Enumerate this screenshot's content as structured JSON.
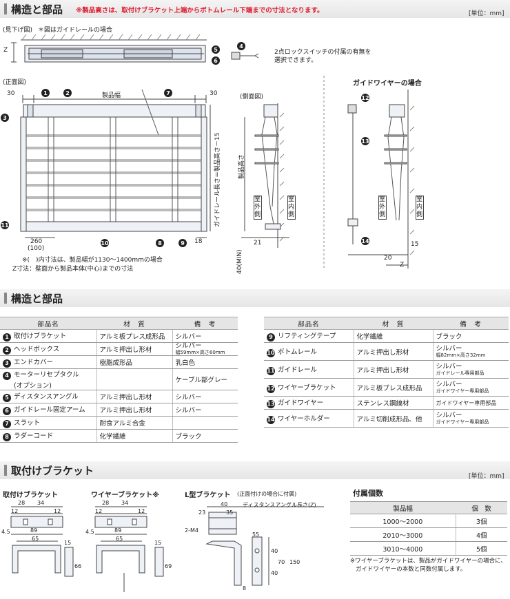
{
  "header1": {
    "title": "構造と部品",
    "note": "※製品高さは、取付けブラケット上端からボトムレール下端までの寸法となります。",
    "unit": "[単位：mm]"
  },
  "top_view": {
    "label": "(見下げ図)",
    "note": "＊図はガイドレールの場合",
    "dim_z": "Z",
    "switch_note_1": "2点ロックスイッチの付属の有無を",
    "switch_note_2": "選択できます。"
  },
  "front_view": {
    "label": "(正面図)",
    "dim_30_left": "30",
    "dim_width": "製品幅",
    "dim_30_right": "30",
    "guide_len": "ガイドレール長さ＝製品高さ－15",
    "dim_260": "260",
    "dim_100": "(100)",
    "dim_18": "18",
    "note_1": "※(　)内寸法は、製品幅が1130～1400mmの場合",
    "note_2": "Z寸法：壁面から製品本体(中心)までの寸法"
  },
  "side_view": {
    "label": "(側面図)",
    "height": "製品高さ",
    "outside": "室外側",
    "inside": "室内側",
    "dim_21": "21",
    "dim_40min": "40(MIN)"
  },
  "wire_view": {
    "label": "ガイドワイヤーの場合",
    "outside": "室外側",
    "inside": "室内側",
    "dim_20": "20",
    "dim_z": "Z",
    "dim_15": "15"
  },
  "callouts": [
    "1",
    "2",
    "3",
    "4",
    "5",
    "6",
    "7",
    "8",
    "9",
    "10",
    "11",
    "12",
    "13",
    "14"
  ],
  "section2": {
    "title": "構造と部品"
  },
  "parts_header": {
    "name": "部品名",
    "material": "材　質",
    "remarks": "備　考"
  },
  "parts_left": [
    {
      "no": "1",
      "name": "取付けブラケット",
      "material": "アルミ板プレス成形品",
      "remark": "シルバー",
      "sub": ""
    },
    {
      "no": "2",
      "name": "ヘッドボックス",
      "material": "アルミ押出し形材",
      "remark": "シルバー",
      "sub": "幅59mm×高さ60mm"
    },
    {
      "no": "3",
      "name": "エンドカバー",
      "material": "樹脂成形品",
      "remark": "乳白色",
      "sub": ""
    },
    {
      "no": "4",
      "name": "モーターリセプタクル",
      "name2": "(オプション)",
      "material": "",
      "remark": "ケーブル部グレー",
      "sub": ""
    },
    {
      "no": "5",
      "name": "ディスタンスアングル",
      "material": "アルミ押出し形材",
      "remark": "シルバー",
      "sub": ""
    },
    {
      "no": "6",
      "name": "ガイドレール固定アーム",
      "material": "アルミ押出し形材",
      "remark": "シルバー",
      "sub": ""
    },
    {
      "no": "7",
      "name": "スラット",
      "material": "耐食アルミ合金",
      "remark": "",
      "sub": ""
    },
    {
      "no": "8",
      "name": "ラダーコード",
      "material": "化学繊維",
      "remark": "ブラック",
      "sub": ""
    }
  ],
  "parts_right": [
    {
      "no": "9",
      "name": "リフティングテープ",
      "material": "化学繊維",
      "remark": "ブラック",
      "sub": ""
    },
    {
      "no": "10",
      "name": "ボトムレール",
      "material": "アルミ押出し形材",
      "remark": "シルバー",
      "sub": "幅82mm×高さ32mm"
    },
    {
      "no": "11",
      "name": "ガイドレール",
      "material": "アルミ押出し形材",
      "remark": "シルバー",
      "sub": "ガイドレール専用部品"
    },
    {
      "no": "12",
      "name": "ワイヤーブラケット",
      "material": "アルミ板プレス成形品",
      "remark": "シルバー",
      "sub": "ガイドワイヤー専用部品"
    },
    {
      "no": "13",
      "name": "ガイドワイヤー",
      "material": "ステンレス鋼線材",
      "remark": "ガイドワイヤー専用部品",
      "sub": ""
    },
    {
      "no": "14",
      "name": "ワイヤーホルダー",
      "material": "アルミ切削成形品、他",
      "remark": "シルバー",
      "sub": "ガイドワイヤー専用部品"
    }
  ],
  "section3": {
    "title": "取付けブラケット",
    "unit": "[単位：mm]"
  },
  "bracket1": {
    "title": "取付けブラケット",
    "d28": "28",
    "d34": "34",
    "d12a": "12",
    "d12b": "12",
    "d45": "4.5",
    "d89": "89",
    "d65": "65",
    "d15": "15",
    "d66": "66"
  },
  "bracket2": {
    "title": "ワイヤーブラケット※",
    "d28": "28",
    "d34": "34",
    "d12a": "12",
    "d12b": "12",
    "d45": "4.5",
    "d89": "89",
    "d65": "65",
    "d15": "15",
    "d69": "69"
  },
  "bracket3": {
    "title": "L型ブラケット",
    "title_note": "(正面付けの場合に付属)",
    "d40": "40",
    "d23": "23",
    "d35": "35",
    "angle": "ディスタンスアングル長さ(Z)",
    "m4": "2-M4",
    "d55": "55",
    "d40b": "40",
    "d70": "70",
    "d40c": "40",
    "d150": "150",
    "d8": "8"
  },
  "accessories": {
    "title": "付属個数",
    "h1": "製品幅",
    "h2": "個　数",
    "rows": [
      {
        "w": "1000～2000",
        "n": "3個"
      },
      {
        "w": "2010～3000",
        "n": "4個"
      },
      {
        "w": "3010～4000",
        "n": "5個"
      }
    ],
    "note_1": "※ワイヤーブラケットは、製品がガイドワイヤーの場合に、",
    "note_2": "ガイドワイヤーの本数と同数付属します。"
  }
}
